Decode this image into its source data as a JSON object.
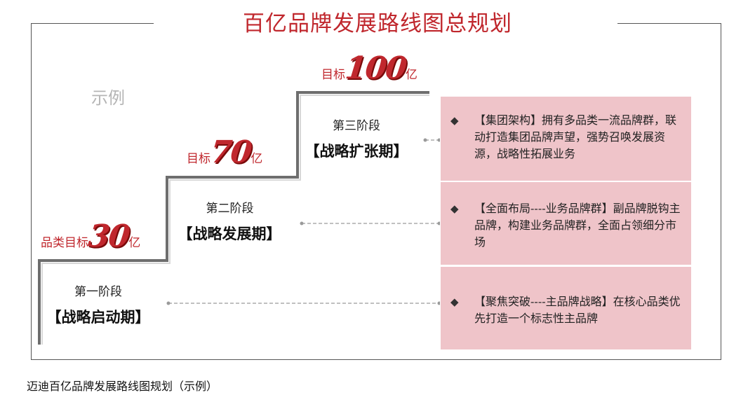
{
  "title": "百亿品牌发展路线图总规划",
  "watermark": "示例",
  "stages": [
    {
      "number": "第一阶段",
      "name": "【战略启动期】"
    },
    {
      "number": "第二阶段",
      "name": "【战略发展期】"
    },
    {
      "number": "第三阶段",
      "name": "【战略扩张期】"
    }
  ],
  "targets": [
    {
      "prefix": "品类目标",
      "value": "30",
      "unit": "亿"
    },
    {
      "prefix": "目标",
      "value": "70",
      "unit": "亿"
    },
    {
      "prefix": "目标",
      "value": "100",
      "unit": "亿"
    }
  ],
  "boxes": [
    {
      "bullet": "◆",
      "text": "【集团架构】拥有多品类一流品牌群，联动打造集团品牌声望，强势召唤发展资源，战略性拓展业务"
    },
    {
      "bullet": "◆",
      "text": "【全面布局----业务品牌群】副品牌脱钩主品牌，构建业务品牌群，全面占领细分市场"
    },
    {
      "bullet": "◆",
      "text": "【聚焦突破----主品牌战略】在核心品类优先打造一个标志性主品牌"
    }
  ],
  "caption": "迈迪百亿品牌发展路线图规划（示例）",
  "colors": {
    "accent": "#c0272d",
    "box_fill": "#efc4c9",
    "step_line": "#777777"
  }
}
